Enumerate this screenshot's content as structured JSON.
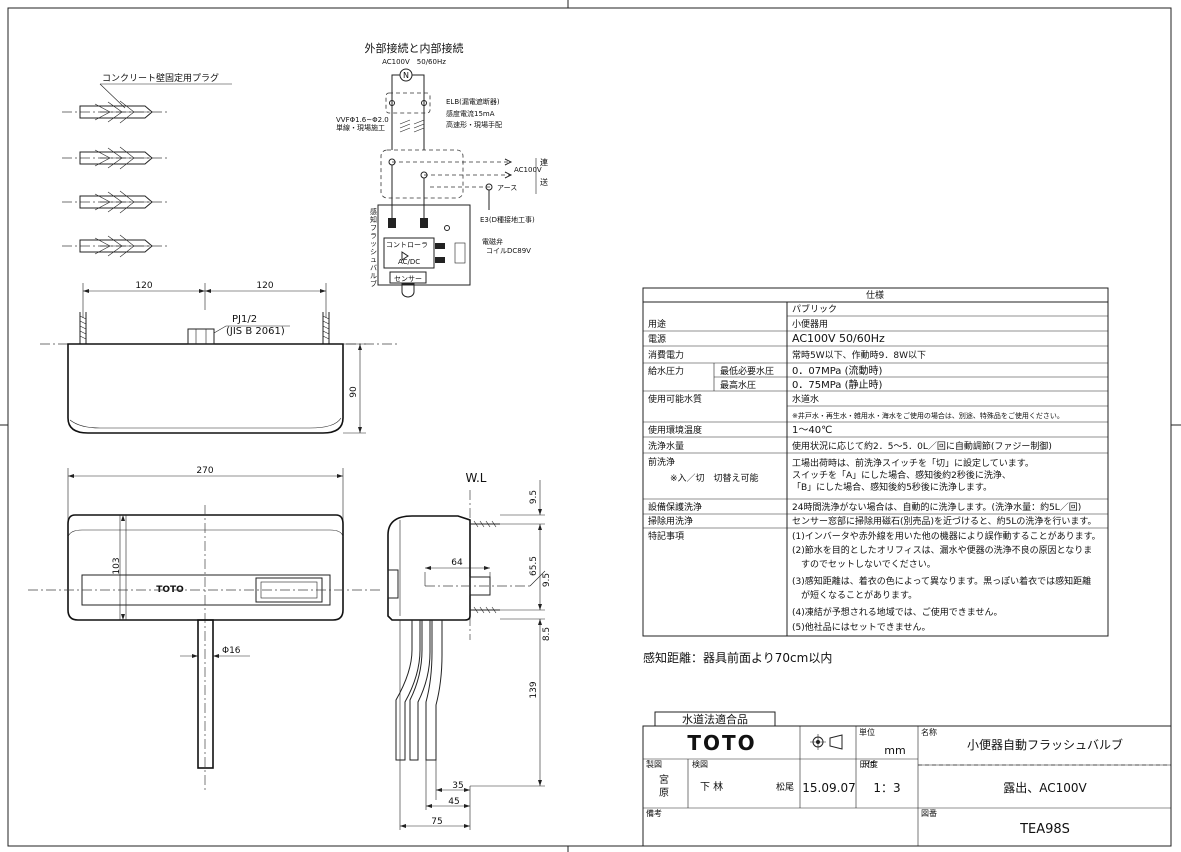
{
  "wiring": {
    "title": "外部接続と内部接続",
    "supply": "AC100V　50/60Hz",
    "motor_symbol": "N",
    "elb_lines": [
      "ELB(漏電遮断器)",
      "感度電流15mA",
      "高速形・現場手配"
    ],
    "wire_lines": [
      "VVFΦ1.6~Φ2.0",
      "単線・現場施工"
    ],
    "ac_out": "AC100V",
    "renso": [
      "連",
      "送"
    ],
    "earth": "アース",
    "e3": "E3(D種接地工事)",
    "valve_label_chars": [
      "感",
      "知",
      "フ",
      "ラ",
      "ッ",
      "シ",
      "ュ",
      "バ",
      "ル",
      "ブ"
    ],
    "controller": "コントローラ",
    "acdc": "AC/DC",
    "sensor": "センサー",
    "solenoid": [
      "電磁弁",
      "コイルDC89V"
    ]
  },
  "plug": {
    "label": "コンクリート壁固定用プラグ"
  },
  "top_view": {
    "dim_left": "120",
    "dim_right": "120",
    "pj_lines": [
      "PJ1/2",
      "(JIS B 2061)"
    ],
    "dim_height": "90"
  },
  "front_view": {
    "dim_width": "270",
    "dim_height": "103",
    "brand": "TOTO",
    "pipe_dia": "Φ16"
  },
  "side_view": {
    "wl": "W.L",
    "dims": {
      "d95a": "9.5",
      "d64": "64",
      "d655": "65.5",
      "d95b": "9.5",
      "d85": "8.5",
      "d139": "139",
      "d35": "35",
      "d45": "45",
      "d75": "75"
    }
  },
  "spec": {
    "title": "仕様",
    "rows": [
      {
        "label": "",
        "value": "パブリック"
      },
      {
        "label": "用途",
        "value": "小便器用"
      },
      {
        "label": "電源",
        "value": "AC100V 50/60Hz"
      },
      {
        "label": "消費電力",
        "value": "常時5W以下、作動時9．8W以下"
      },
      {
        "label": "給水圧力",
        "sub": "最低必要水圧",
        "value": "0．07MPa (流動時)"
      },
      {
        "label": "",
        "sub": "最高水圧",
        "value": "0．75MPa (静止時)"
      },
      {
        "label": "使用可能水質",
        "value": "水道水"
      },
      {
        "label": "",
        "value": "※井戸水・再生水・雑用水・海水をご使用の場合は、別途、特殊品をご使用ください。"
      },
      {
        "label": "使用環境温度",
        "value": "1～40℃"
      },
      {
        "label": "洗浄水量",
        "value": "使用状況に応じて約2．5～5．0L／回に自動調節(ファジー制御)"
      },
      {
        "label": "前洗浄",
        "label2": "※入／切　切替え可能",
        "lines": [
          "工場出荷時は、前洗浄スイッチを「切」に設定しています。",
          "スイッチを「A」にした場合、感知後約2秒後に洗浄、",
          "「B」にした場合、感知後約5秒後に洗浄します。"
        ]
      },
      {
        "label": "設備保護洗浄",
        "value": "24時間洗浄がない場合は、自動的に洗浄します。(洗浄水量：約5L／回)"
      },
      {
        "label": "掃除用洗浄",
        "value": "センサー窓部に掃除用磁石(別売品)を近づけると、約5Lの洗浄を行います。"
      },
      {
        "label": "特記事項",
        "lines": [
          "(1)インバータや赤外線を用いた他の機器により誤作動することがあります。",
          "(2)節水を目的としたオリフィスは、漏水や便器の洗浄不良の原因となりま",
          "　すのでセットしないでください。",
          "(3)感知距離は、着衣の色によって異なります。黒っぽい着衣では感知距離",
          "　が短くなることがあります。",
          "(4)凍結が予想される地域では、ご使用できません。",
          "(5)他社品にはセットできません。"
        ]
      }
    ]
  },
  "sensing_note": "感知距離：器具前面より70cm以内",
  "title_block": {
    "cert": "水道法適合品",
    "logo": "TOTO",
    "unit_label": "単位",
    "unit": "mm",
    "name_label": "名称",
    "name": "小便器自動フラッシュバルブ",
    "drawn_label": "製図",
    "drawn": [
      "宮",
      "原"
    ],
    "checked_label": "検図",
    "checked": "下\n林",
    "approved": "松尾",
    "date_label": "日付",
    "date": "15.09.07",
    "scale_label": "尺度",
    "scale": "1：3",
    "variant": "露出、AC100V",
    "remarks_label": "備考",
    "dwg_label": "図番",
    "dwg": "TEA98S"
  }
}
